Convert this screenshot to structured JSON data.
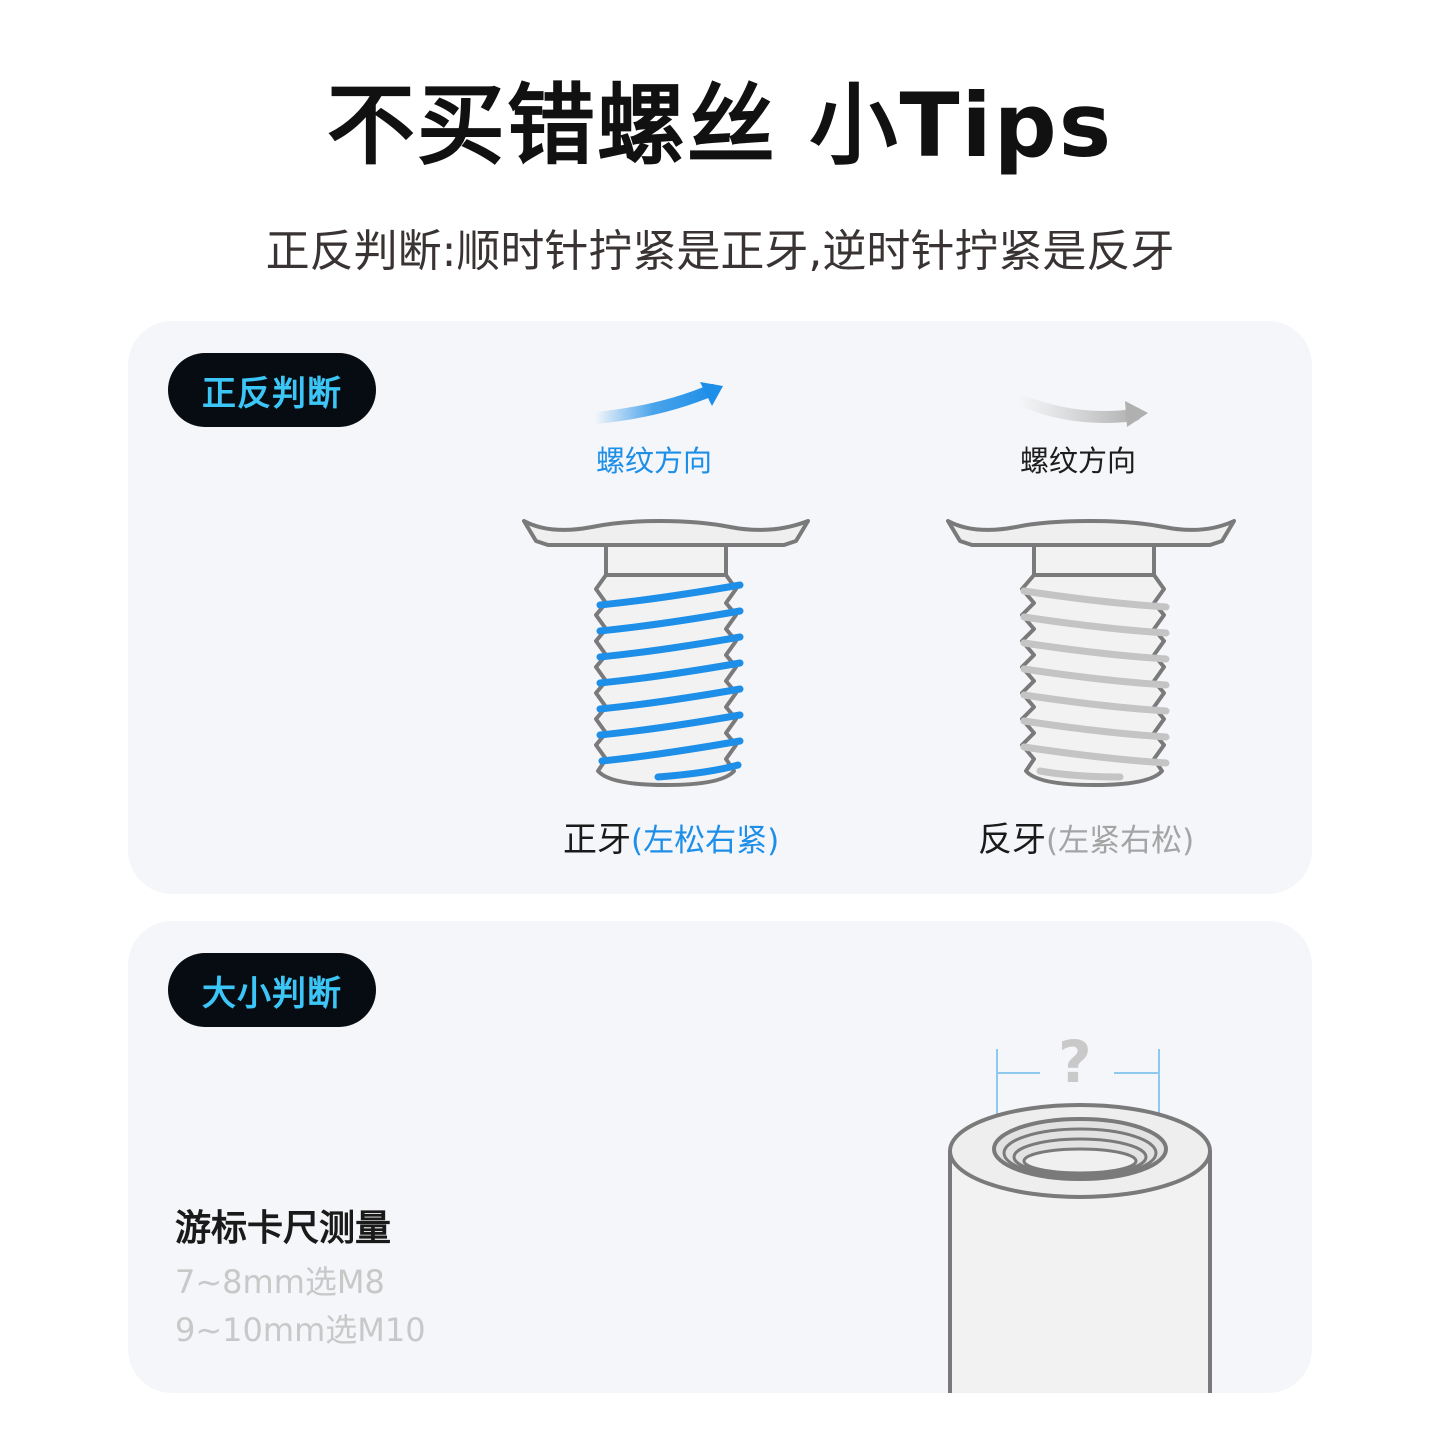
{
  "header": {
    "title": "不买错螺丝 小Tips",
    "subtitle": "正反判断:顺时针拧紧是正牙,逆时针拧紧是反牙"
  },
  "direction_section": {
    "badge": "正反判断",
    "right_hand": {
      "direction_label": "螺纹方向",
      "name": "正牙",
      "note": "(左松右紧)",
      "accent_color": "#1e8fe8"
    },
    "left_hand": {
      "direction_label": "螺纹方向",
      "name": "反牙",
      "note": "(左紧右松)",
      "accent_color": "#bdbdbd"
    }
  },
  "size_section": {
    "badge": "大小判断",
    "method": "游标卡尺测量",
    "rules": [
      "7~8mm选M8",
      "9~10mm选M10"
    ],
    "unknown_mark": "?"
  },
  "colors": {
    "badge_bg": "#070c12",
    "badge_text": "#3cc6f7",
    "card_bg": "#f5f6f9",
    "outline": "#7a7a7a"
  }
}
